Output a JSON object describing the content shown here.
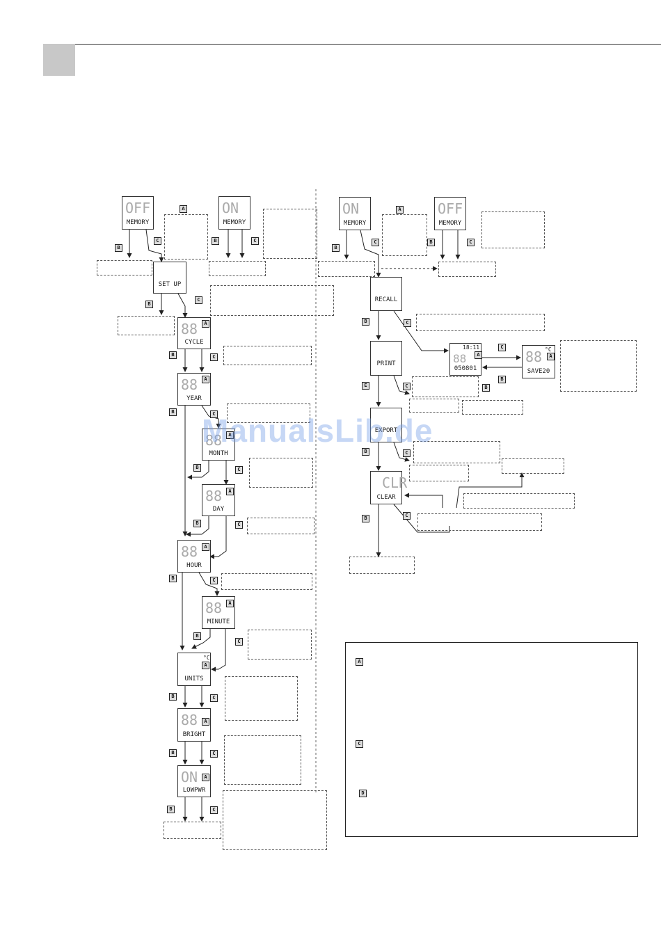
{
  "header": {
    "tab": ""
  },
  "watermark": "ManualsLib.de",
  "icons": {
    "key_a": "A",
    "key_b": "B",
    "key_c": "C",
    "key_d": "D",
    "key_e": "E"
  },
  "left": {
    "memory_off": {
      "digits": "OFF",
      "label": "MEMORY"
    },
    "memory_on": {
      "digits": "ON",
      "label": "MEMORY"
    },
    "setup": {
      "label": "SET UP"
    },
    "cycle": {
      "digits": "88",
      "label": "CYCLE"
    },
    "year": {
      "digits": "88",
      "label": "YEAR"
    },
    "month": {
      "digits": "88",
      "label": "MONTH"
    },
    "day": {
      "digits": "88",
      "label": "DAY"
    },
    "hour": {
      "digits": "88",
      "label": "HOUR"
    },
    "minute": {
      "digits": "88",
      "label": "MINUTE"
    },
    "units": {
      "unit": "°C",
      "label": "UNITS"
    },
    "bright": {
      "digits": "88",
      "label": "BRIGHT"
    },
    "lowpwr": {
      "digits": "ON",
      "label": "LOWPWR"
    }
  },
  "right": {
    "memory_on": {
      "digits": "ON",
      "label": "MEMORY"
    },
    "memory_off": {
      "digits": "OFF",
      "label": "MEMORY"
    },
    "recall": {
      "label": "RECALL"
    },
    "print": {
      "label": "PRINT"
    },
    "export": {
      "label": "EXPORT"
    },
    "clear": {
      "digits": "CLR",
      "label": "CLEAR"
    },
    "record": {
      "time": "18:11",
      "digits": "88",
      "label": "050801"
    },
    "save": {
      "unit": "°C",
      "digits": "88",
      "label": "SAVE20"
    }
  }
}
